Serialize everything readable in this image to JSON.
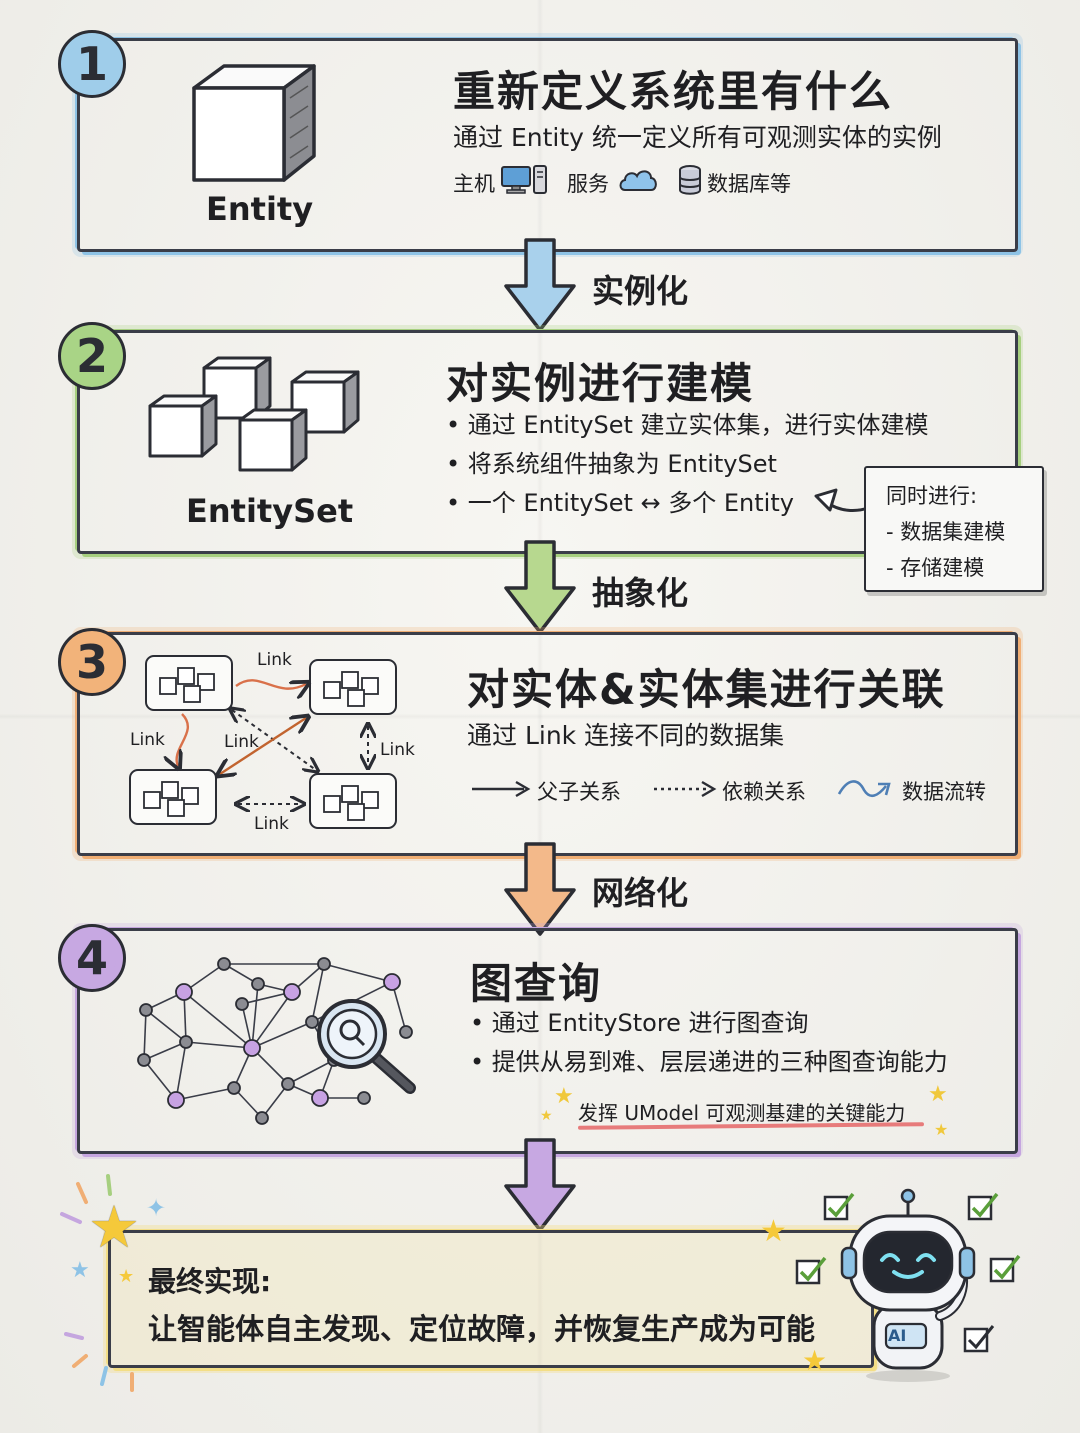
{
  "colors": {
    "blue": "#8ec3e6",
    "green": "#a6cf7f",
    "orange": "#f0ae74",
    "purple": "#c5a6df",
    "yellow": "#f3de86",
    "ink": "#2b2d34"
  },
  "steps": [
    {
      "number": "1",
      "title": "重新定义系统里有什么",
      "subtitle": "通过 Entity 统一定义所有可观测实体的实例",
      "icon_caption": "Entity",
      "examples": [
        {
          "label": "主机",
          "icon": "computer-icon"
        },
        {
          "label": "服务",
          "icon": "cloud-icon"
        },
        {
          "label": "数据库等",
          "icon": "database-icon"
        }
      ]
    },
    {
      "number": "2",
      "title": "对实例进行建模",
      "icon_caption": "EntitySet",
      "bullets": [
        "通过 EntitySet 建立实体集，进行实体建模",
        "将系统组件抽象为 EntitySet",
        "一个 EntitySet ↔ 多个 Entity"
      ],
      "note": {
        "title": "同时进行:",
        "items": [
          "- 数据集建模",
          "- 存储建模"
        ]
      }
    },
    {
      "number": "3",
      "title": "对实体&实体集进行关联",
      "subtitle": "通过 Link 连接不同的数据集",
      "link_label": "Link",
      "legend": [
        "父子关系",
        "依赖关系",
        "数据流转"
      ]
    },
    {
      "number": "4",
      "title": "图查询",
      "bullets": [
        "通过 EntityStore 进行图查询",
        "提供从易到难、层层递进的三种图查询能力"
      ],
      "highlight": "发挥 UModel 可观测基建的关键能力"
    }
  ],
  "transitions": [
    "实例化",
    "抽象化",
    "网络化"
  ],
  "final": {
    "title": "最终实现:",
    "text": "让智能体自主发现、定位故障，并恢复生产成为可能",
    "robot_badge": "AI"
  }
}
